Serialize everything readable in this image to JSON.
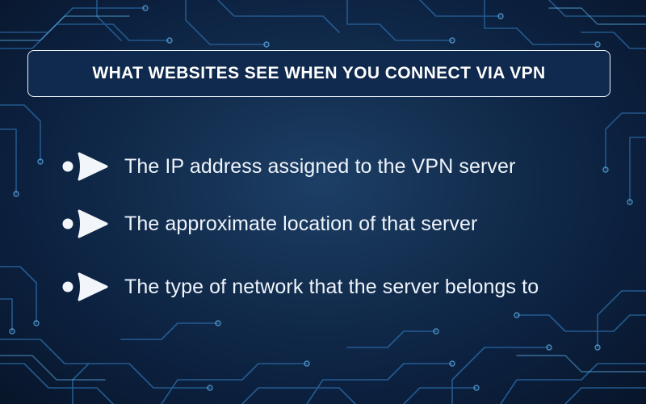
{
  "title": "WHAT WEBSITES SEE WHEN YOU CONNECT VIA VPN",
  "items": [
    {
      "text": "The IP address assigned to the VPN server",
      "icon": "play-arrow-icon"
    },
    {
      "text": "The approximate location of that server",
      "icon": "play-arrow-icon"
    },
    {
      "text": "The type of network that the server belongs to",
      "icon": "play-arrow-icon"
    }
  ],
  "colors": {
    "background": "#0b1b33",
    "title_box": "#0f2a4e",
    "title_border": "#e9f2fb",
    "text": "#eef4fb",
    "circuit": "#2a6aa6",
    "circuit_glow": "#5fb0e8"
  }
}
